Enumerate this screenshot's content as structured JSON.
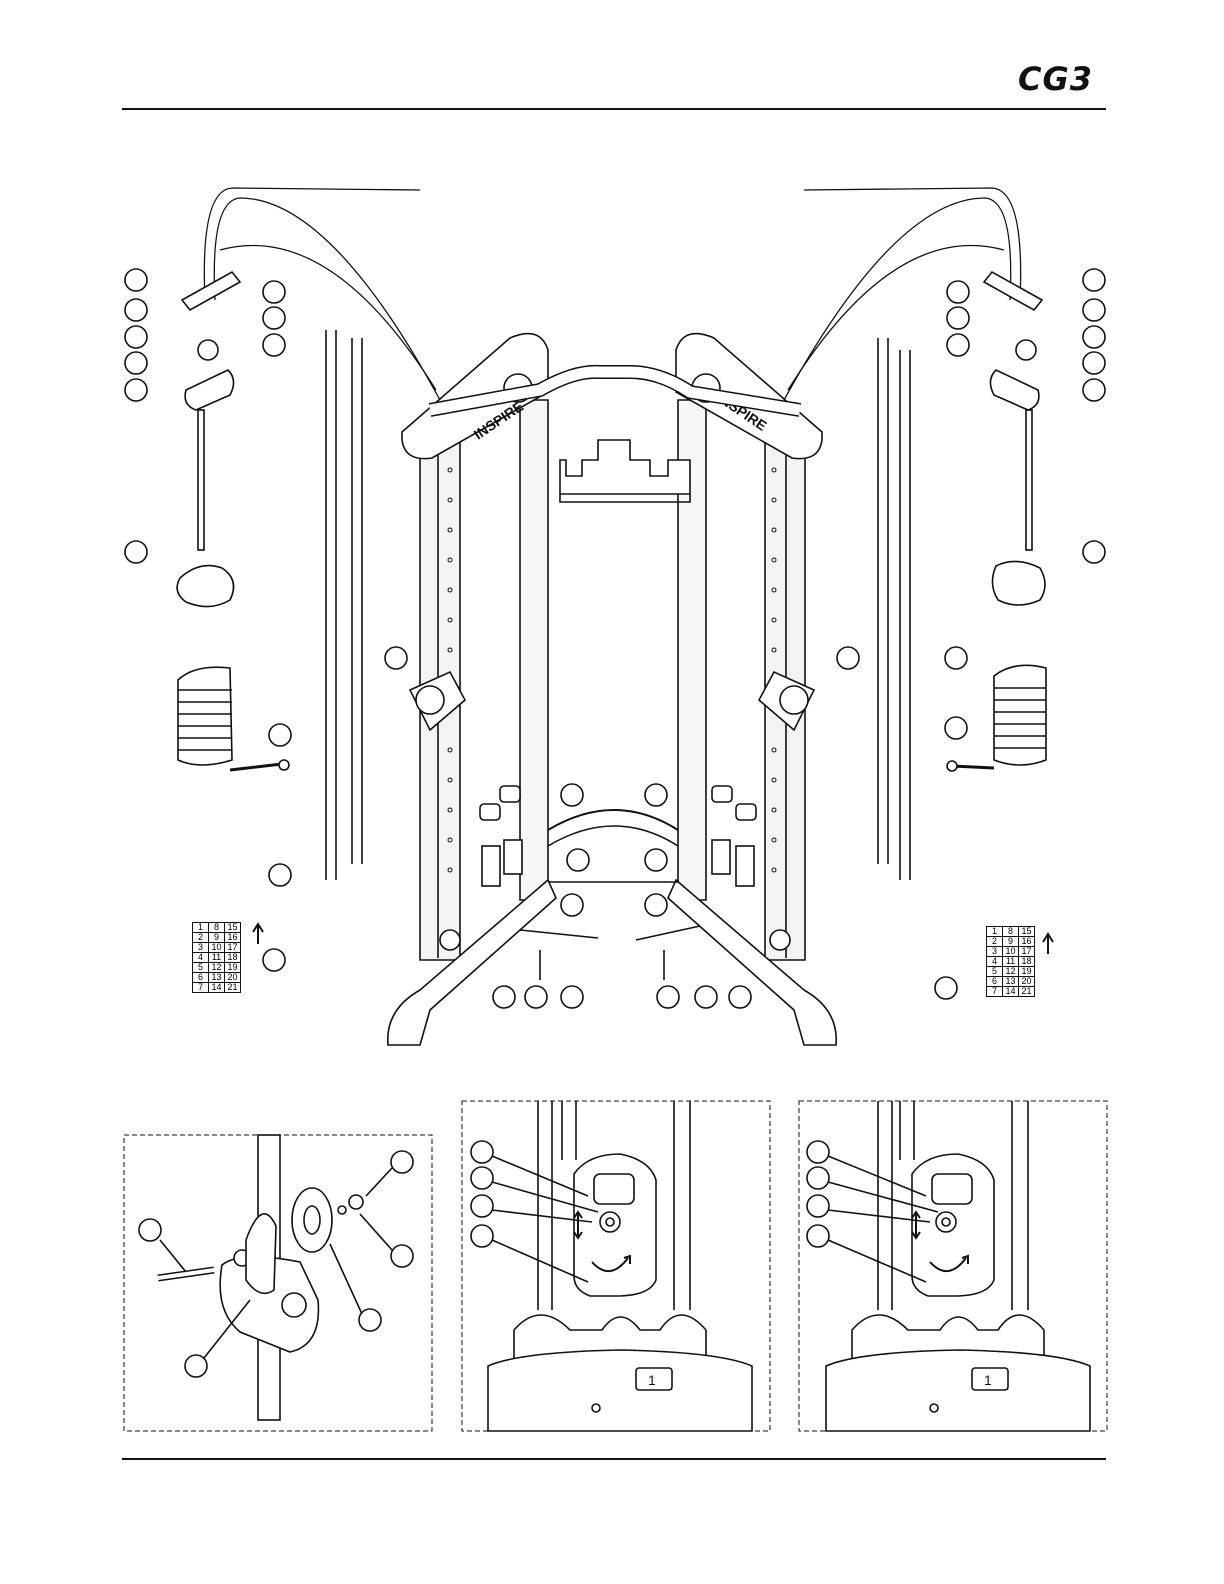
{
  "header": {
    "logo_text": "CG3"
  },
  "weight_stack_labels": {
    "left": [
      [
        "1",
        "8",
        "15"
      ],
      [
        "2",
        "9",
        "16"
      ],
      [
        "3",
        "10",
        "17"
      ],
      [
        "4",
        "11",
        "18"
      ],
      [
        "5",
        "12",
        "19"
      ],
      [
        "6",
        "13",
        "20"
      ],
      [
        "7",
        "14",
        "21"
      ]
    ],
    "right": [
      [
        "1",
        "8",
        "15"
      ],
      [
        "2",
        "9",
        "16"
      ],
      [
        "3",
        "10",
        "17"
      ],
      [
        "4",
        "11",
        "18"
      ],
      [
        "5",
        "12",
        "19"
      ],
      [
        "6",
        "13",
        "20"
      ],
      [
        "7",
        "14",
        "21"
      ]
    ]
  },
  "detail_plate_label": {
    "middle": "1",
    "right": "1"
  },
  "colors": {
    "line": "#111111",
    "paper": "#ffffff",
    "fill_gray": "#d9d9d9"
  }
}
